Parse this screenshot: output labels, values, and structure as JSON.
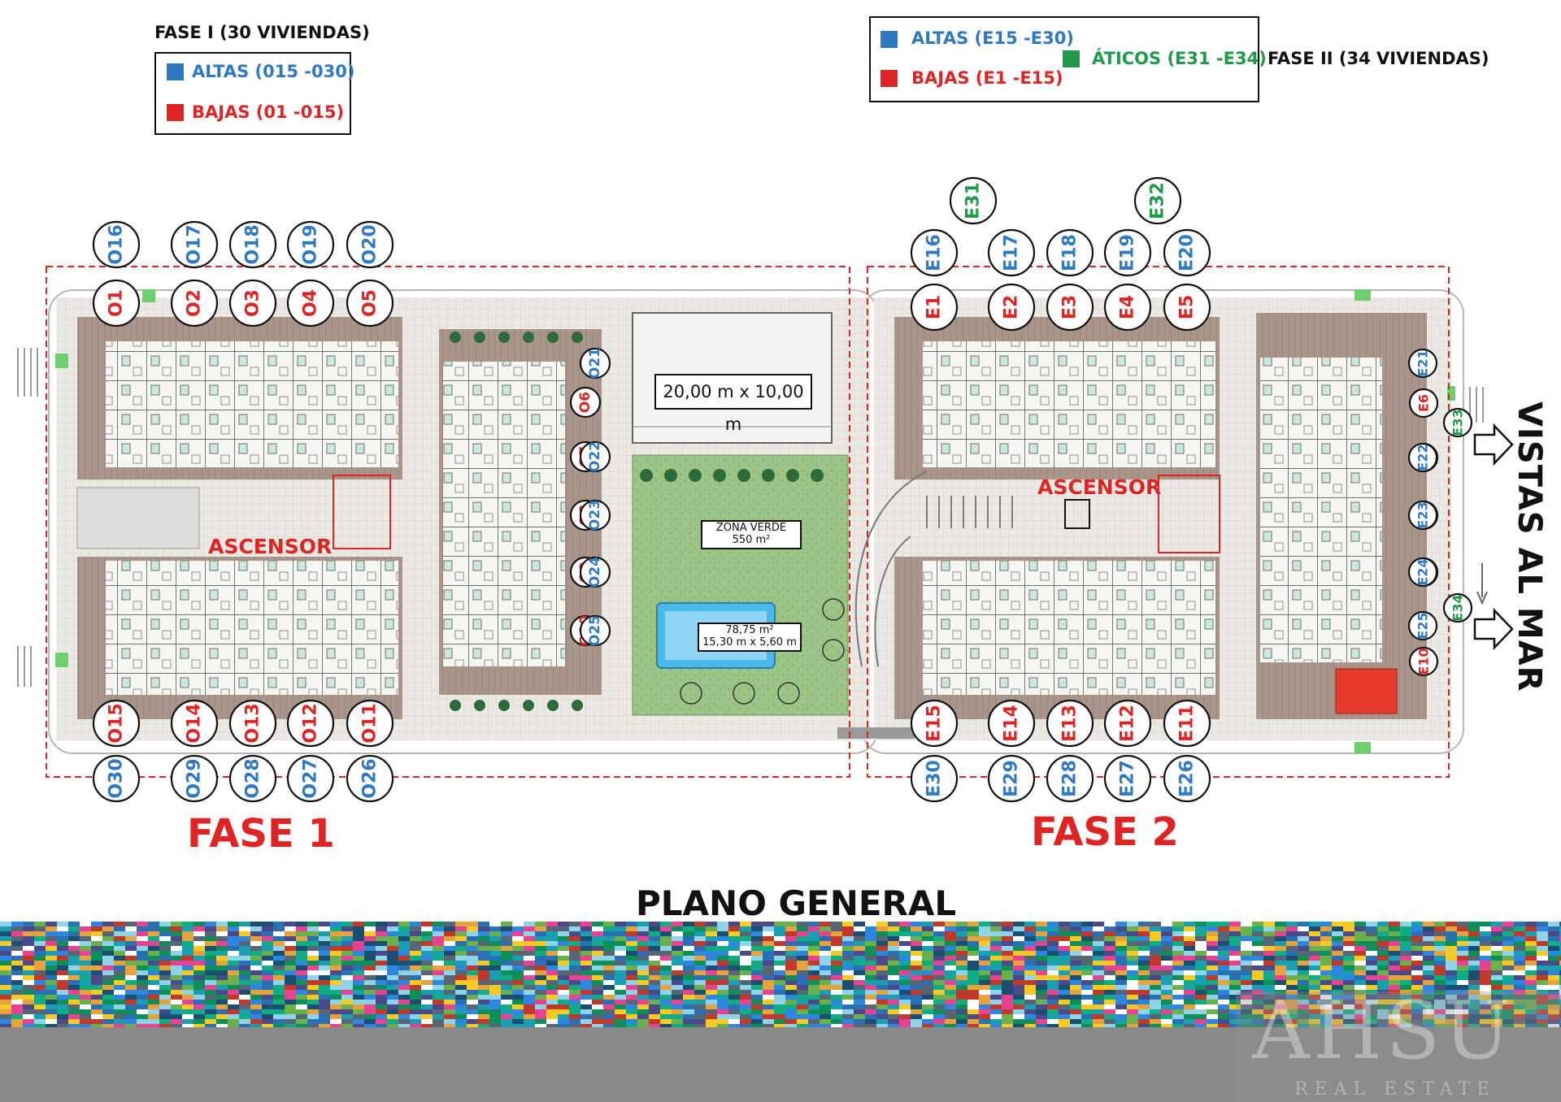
{
  "title": "PLANO GENERAL",
  "legend_fase1": {
    "header": "FASE I (30 VIVIENDAS)",
    "altas": "ALTAS (015 -030)",
    "bajas": "BAJAS (01 -015)"
  },
  "legend_fase2": {
    "header": "FASE II (34 VIVIENDAS)",
    "altas": "ALTAS (E15 -E30)",
    "bajas": "BAJAS (E1 -E15)",
    "aticos": "ÁTICOS (E31 -E34)"
  },
  "colors": {
    "altas": "#2f79c4",
    "bajas": "#e02424",
    "aticos": "#1f9a4a"
  },
  "fase1_label": "FASE 1",
  "fase2_label": "FASE 2",
  "ascensor": "ASCENSOR",
  "vistas": "VISTAS AL MAR",
  "pool_dim": "20,00 m x 10,00 m",
  "zona_verde": {
    "line1": "ZONA VERDE",
    "line2": "550 m²"
  },
  "pool2": {
    "line1": "78,75 m²",
    "line2": "15,30 m x 5,60 m"
  },
  "watermark": {
    "brand": "AHSU",
    "sub": "REAL ESTATE"
  },
  "units_f1": {
    "bajas_top": [
      "O1",
      "O2",
      "O3",
      "O4",
      "O5"
    ],
    "altas_top": [
      "O16",
      "O17",
      "O18",
      "O19",
      "O20"
    ],
    "bajas_bottom": [
      "O15",
      "O14",
      "O13",
      "O12",
      "O11"
    ],
    "altas_bottom": [
      "O30",
      "O29",
      "O28",
      "O27",
      "O26"
    ],
    "bajas_side": [
      "O6",
      "O7",
      "O8",
      "O9",
      "O10"
    ],
    "altas_side": [
      "O21",
      "O22",
      "O23",
      "O24",
      "O25"
    ]
  },
  "units_f2": {
    "bajas_top": [
      "E1",
      "E2",
      "E3",
      "E4",
      "E5"
    ],
    "altas_top": [
      "E16",
      "E17",
      "E18",
      "E19",
      "E20"
    ],
    "aticos_top": [
      "E31",
      "E32"
    ],
    "bajas_bottom": [
      "E15",
      "E14",
      "E13",
      "E12",
      "E11"
    ],
    "altas_bottom": [
      "E30",
      "E29",
      "E28",
      "E27",
      "E26"
    ],
    "bajas_side": [
      "E6",
      "E7",
      "E8",
      "E9",
      "E10"
    ],
    "altas_side": [
      "E21",
      "E22",
      "E23",
      "E24",
      "E25"
    ],
    "aticos_side": [
      "E33",
      "E34"
    ]
  }
}
